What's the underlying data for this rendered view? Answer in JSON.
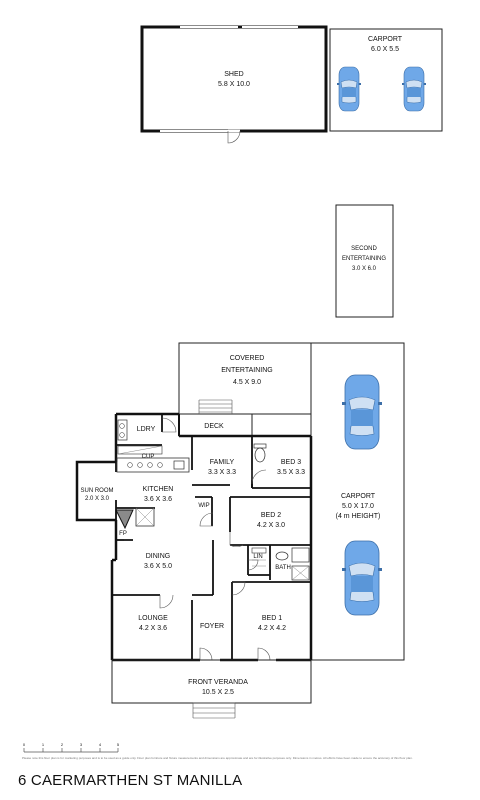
{
  "address": "6 CAERMARTHEN ST MANILLA",
  "disclaimer": "Please note this floor plan is for marketing purposes and is to be used as a guide only. Floor plan furniture and fixture measurements and dimensions are approximate and are for illustrative purposes only. Dimensions in metres. All efforts have been made to ensure the accuracy of this floor plan.",
  "scale_bar": {
    "ticks": [
      "0",
      "1",
      "2",
      "3",
      "4",
      "5"
    ]
  },
  "colors": {
    "car_fill": "#6fa8e8",
    "wall": "#111111",
    "deck_fill": "#ffffff"
  },
  "rooms": {
    "shed": {
      "name": "SHED",
      "dims": "5.8 X 10.0"
    },
    "carport_top": {
      "name": "CARPORT",
      "dims": "6.0 X 5.5"
    },
    "second_entertaining": {
      "name1": "SECOND",
      "name2": "ENTERTAINING",
      "dims": "3.0 X 6.0"
    },
    "covered_entertaining": {
      "name1": "COVERED",
      "name2": "ENTERTAINING",
      "dims": "4.5 X 9.0"
    },
    "deck": {
      "name": "DECK"
    },
    "ldry": {
      "name": "LDRY"
    },
    "cup": {
      "name": "CUP"
    },
    "family": {
      "name": "FAMILY",
      "dims": "3.3 X 3.3"
    },
    "bed3": {
      "name": "BED 3",
      "dims": "3.5 X 3.3"
    },
    "sun_room": {
      "name": "SUN ROOM",
      "dims": "2.0 X 3.0"
    },
    "kitchen": {
      "name": "KITCHEN",
      "dims": "3.6 X 3.6"
    },
    "wip": {
      "name": "WIP"
    },
    "fp": {
      "name": "FP"
    },
    "bed2": {
      "name": "BED 2",
      "dims": "4.2 X 3.0"
    },
    "carport_main": {
      "name": "CARPORT",
      "dims": "5.0 X 17.0",
      "note": "(4 m HEIGHT)"
    },
    "dining": {
      "name": "DINING",
      "dims": "3.6 X 5.0"
    },
    "lin": {
      "name": "LIN"
    },
    "bath": {
      "name": "BATH"
    },
    "lounge": {
      "name": "LOUNGE",
      "dims": "4.2 X 3.6"
    },
    "foyer": {
      "name": "FOYER"
    },
    "bed1": {
      "name": "BED 1",
      "dims": "4.2 X 4.2"
    },
    "front_veranda": {
      "name": "FRONT VERANDA",
      "dims": "10.5 X 2.5"
    }
  }
}
